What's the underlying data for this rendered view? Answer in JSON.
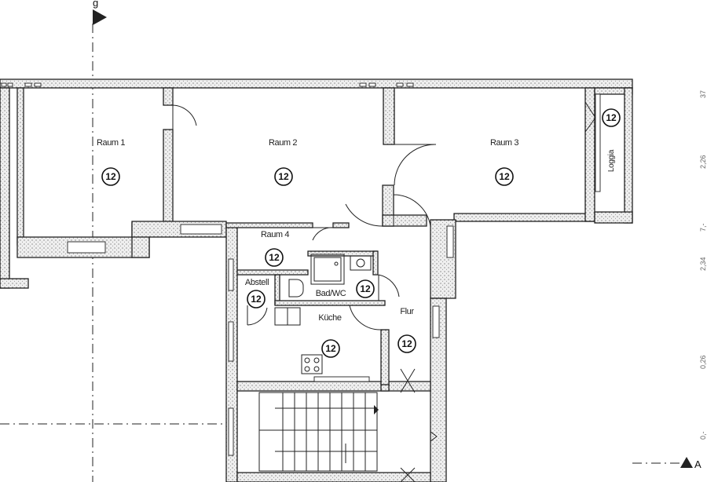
{
  "rooms": {
    "raum1": "Raum 1",
    "raum2": "Raum 2",
    "raum3": "Raum 3",
    "raum4": "Raum 4",
    "loggia": "Loggia",
    "abstell": "Abstell",
    "bad": "Bad/WC",
    "kueche": "Küche",
    "flur": "Flur"
  },
  "marker": "12",
  "section_axis": {
    "top_letter": "g",
    "bottom_letter": "A"
  },
  "dimension_fragments": [
    "37",
    "2,26",
    "7,-",
    "2,34",
    "0,26",
    "0,-"
  ]
}
